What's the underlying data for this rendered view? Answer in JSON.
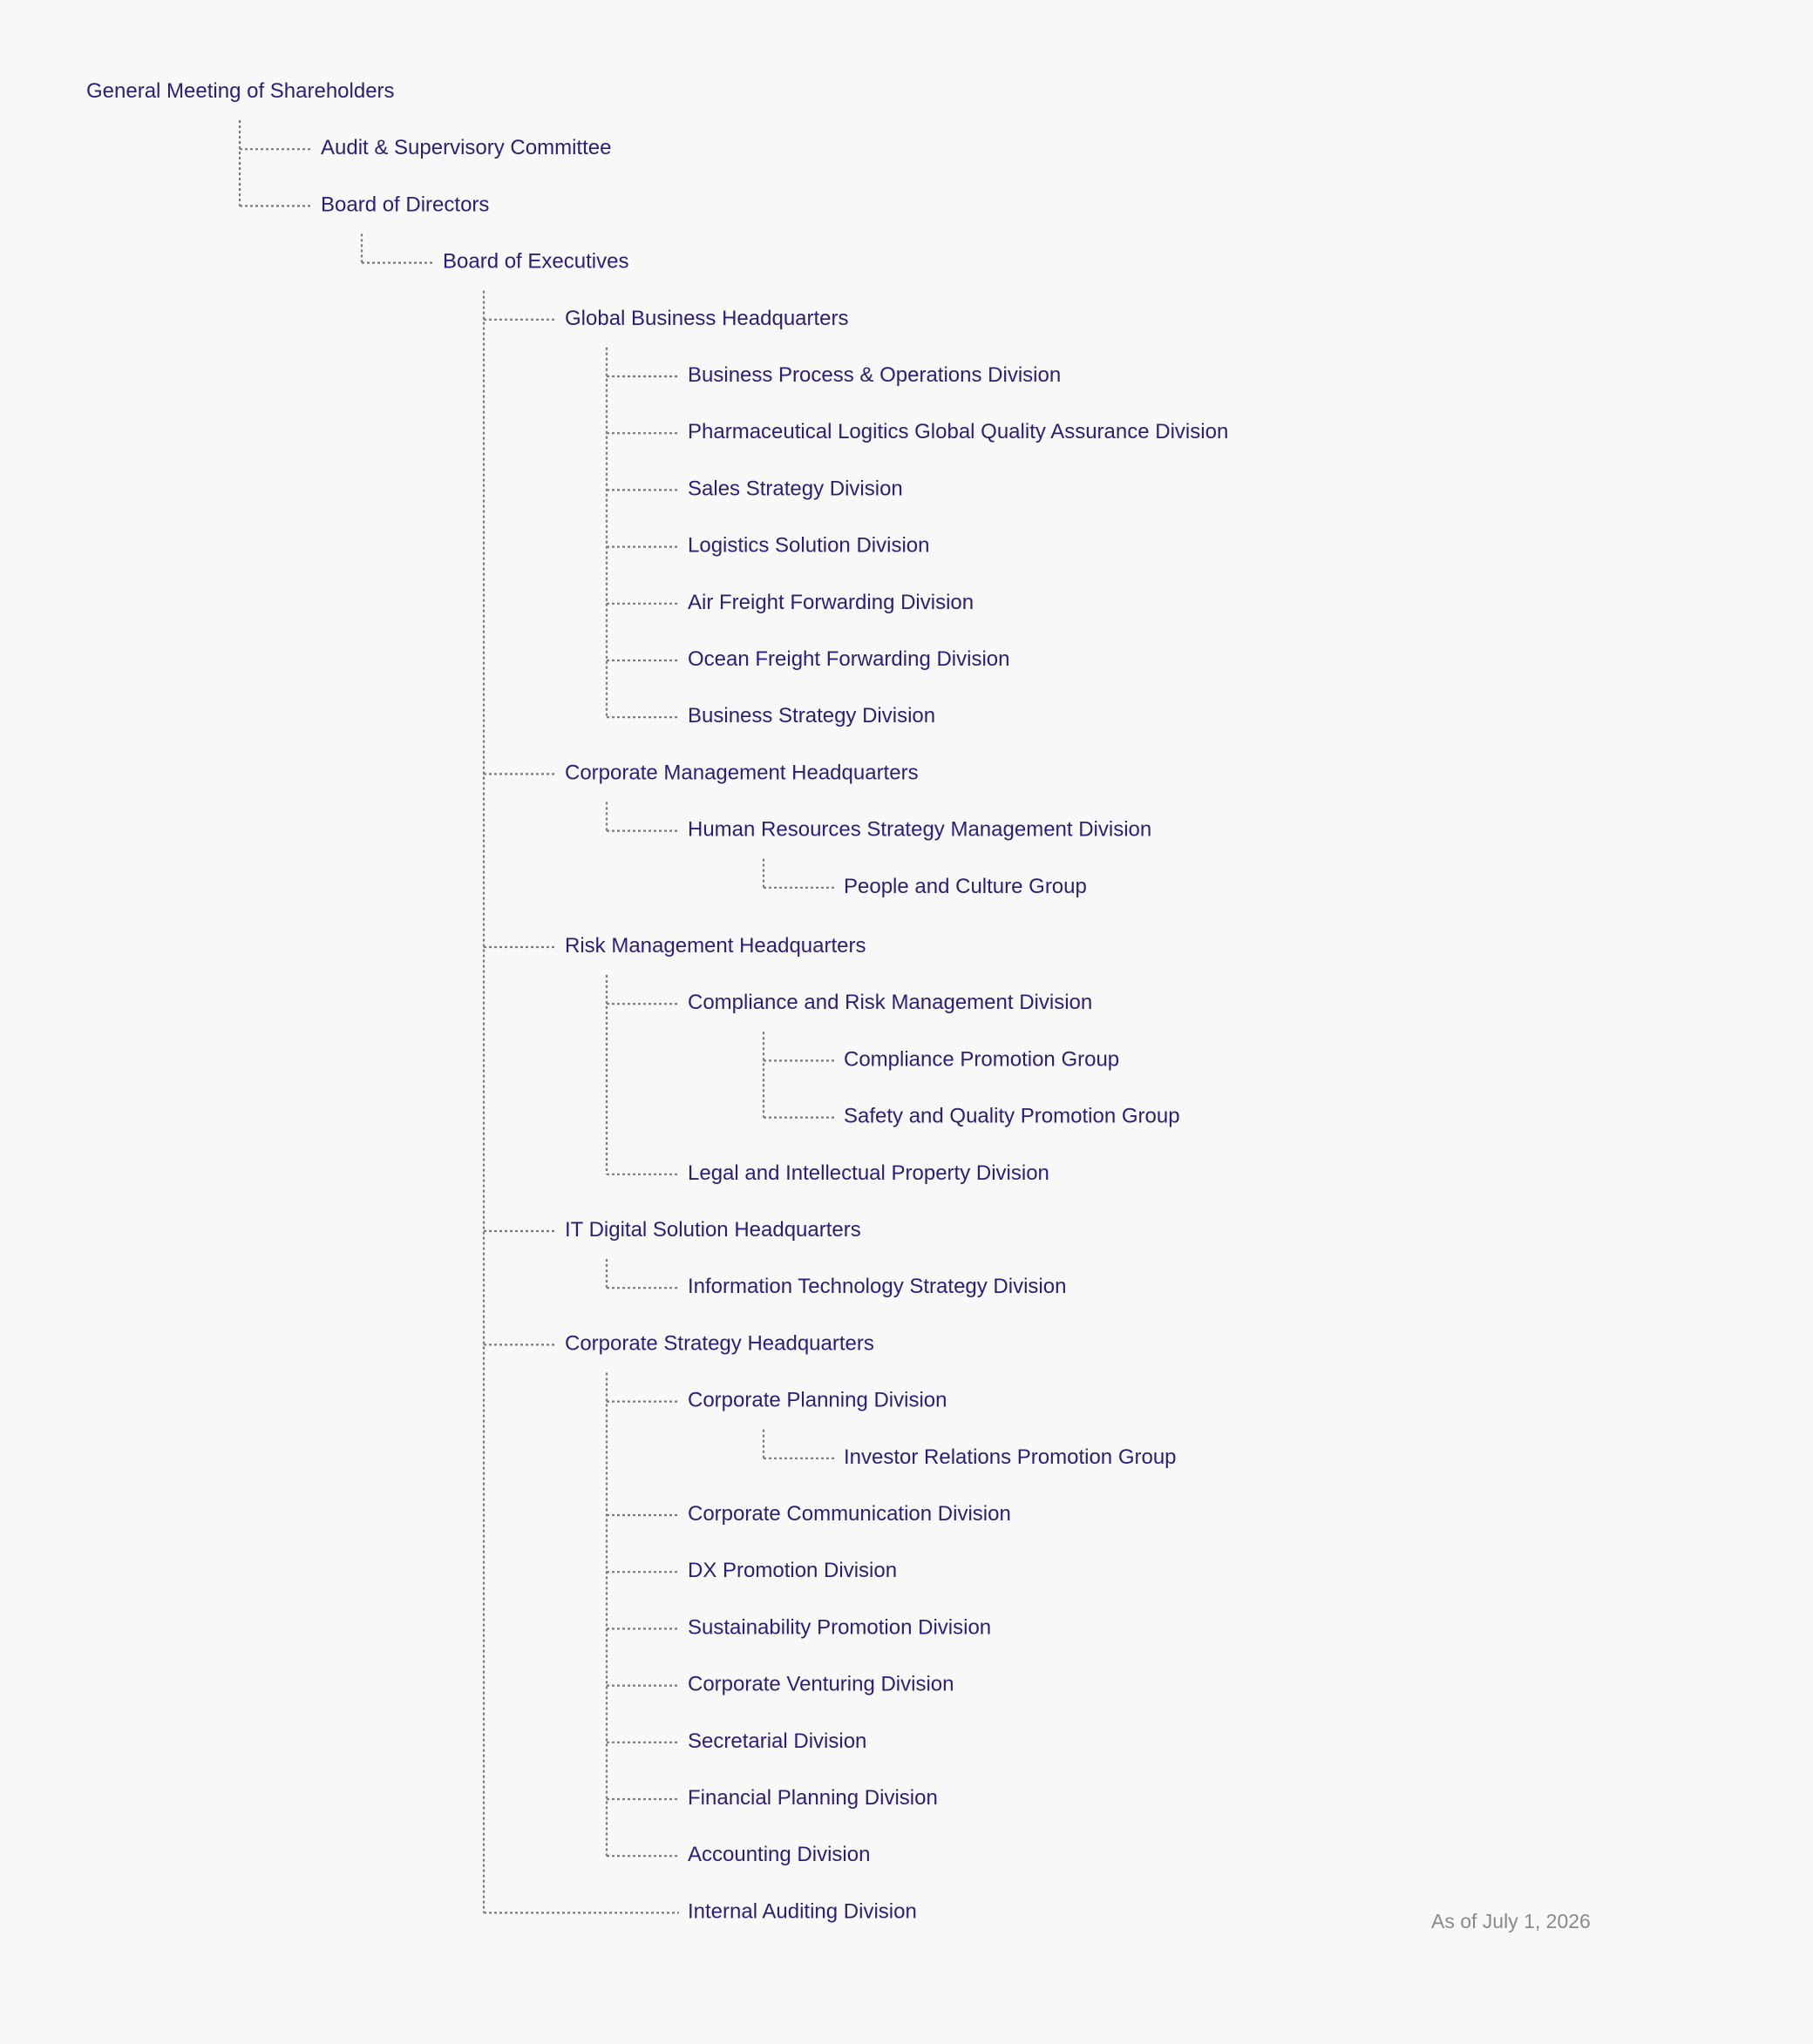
{
  "org_chart": {
    "root": {
      "name": "General Meeting of Shareholders",
      "children": [
        {
          "name": "Audit & Supervisory Committee"
        },
        {
          "name": "Board of Directors",
          "children": [
            {
              "name": "Board of Executives",
              "children": [
                {
                  "name": "Global Business Headquarters",
                  "children": [
                    {
                      "name": "Business Process & Operations Division"
                    },
                    {
                      "name": "Pharmaceutical Logitics Global Quality Assurance Division"
                    },
                    {
                      "name": "Sales Strategy Division"
                    },
                    {
                      "name": "Logistics Solution Division"
                    },
                    {
                      "name": "Air Freight Forwarding Division"
                    },
                    {
                      "name": "Ocean Freight Forwarding Division"
                    },
                    {
                      "name": "Business Strategy Division"
                    }
                  ]
                },
                {
                  "name": "Corporate Management Headquarters",
                  "children": [
                    {
                      "name": "Human Resources Strategy Management Division",
                      "children": [
                        {
                          "name": "People and Culture Group"
                        }
                      ]
                    }
                  ]
                },
                {
                  "name": "Risk Management Headquarters",
                  "children": [
                    {
                      "name": "Compliance and Risk Management Division",
                      "children": [
                        {
                          "name": "Compliance Promotion Group"
                        },
                        {
                          "name": "Safety and Quality Promotion Group"
                        }
                      ]
                    },
                    {
                      "name": "Legal and Intellectual Property Division"
                    }
                  ]
                },
                {
                  "name": "IT Digital Solution Headquarters",
                  "children": [
                    {
                      "name": "Information Technology Strategy Division"
                    }
                  ]
                },
                {
                  "name": "Corporate Strategy Headquarters",
                  "children": [
                    {
                      "name": "Corporate Planning Division",
                      "children": [
                        {
                          "name": "Investor Relations Promotion Group"
                        }
                      ]
                    },
                    {
                      "name": "Corporate Communication Division"
                    },
                    {
                      "name": "DX Promotion Division"
                    },
                    {
                      "name": "Sustainability Promotion Division"
                    },
                    {
                      "name": "Corporate Venturing Division"
                    },
                    {
                      "name": "Secretarial Division"
                    },
                    {
                      "name": "Financial Planning Division"
                    },
                    {
                      "name": "Accounting Division"
                    }
                  ]
                },
                {
                  "name": "Internal Auditing Division"
                }
              ]
            }
          ]
        }
      ]
    }
  },
  "as_of_date": "As of July 1, 2026",
  "colors": {
    "label_text": "#2a1f78",
    "connector_line": "#7a7a7a",
    "date_text": "#8a8a8a",
    "background": "#f8f8f8"
  }
}
